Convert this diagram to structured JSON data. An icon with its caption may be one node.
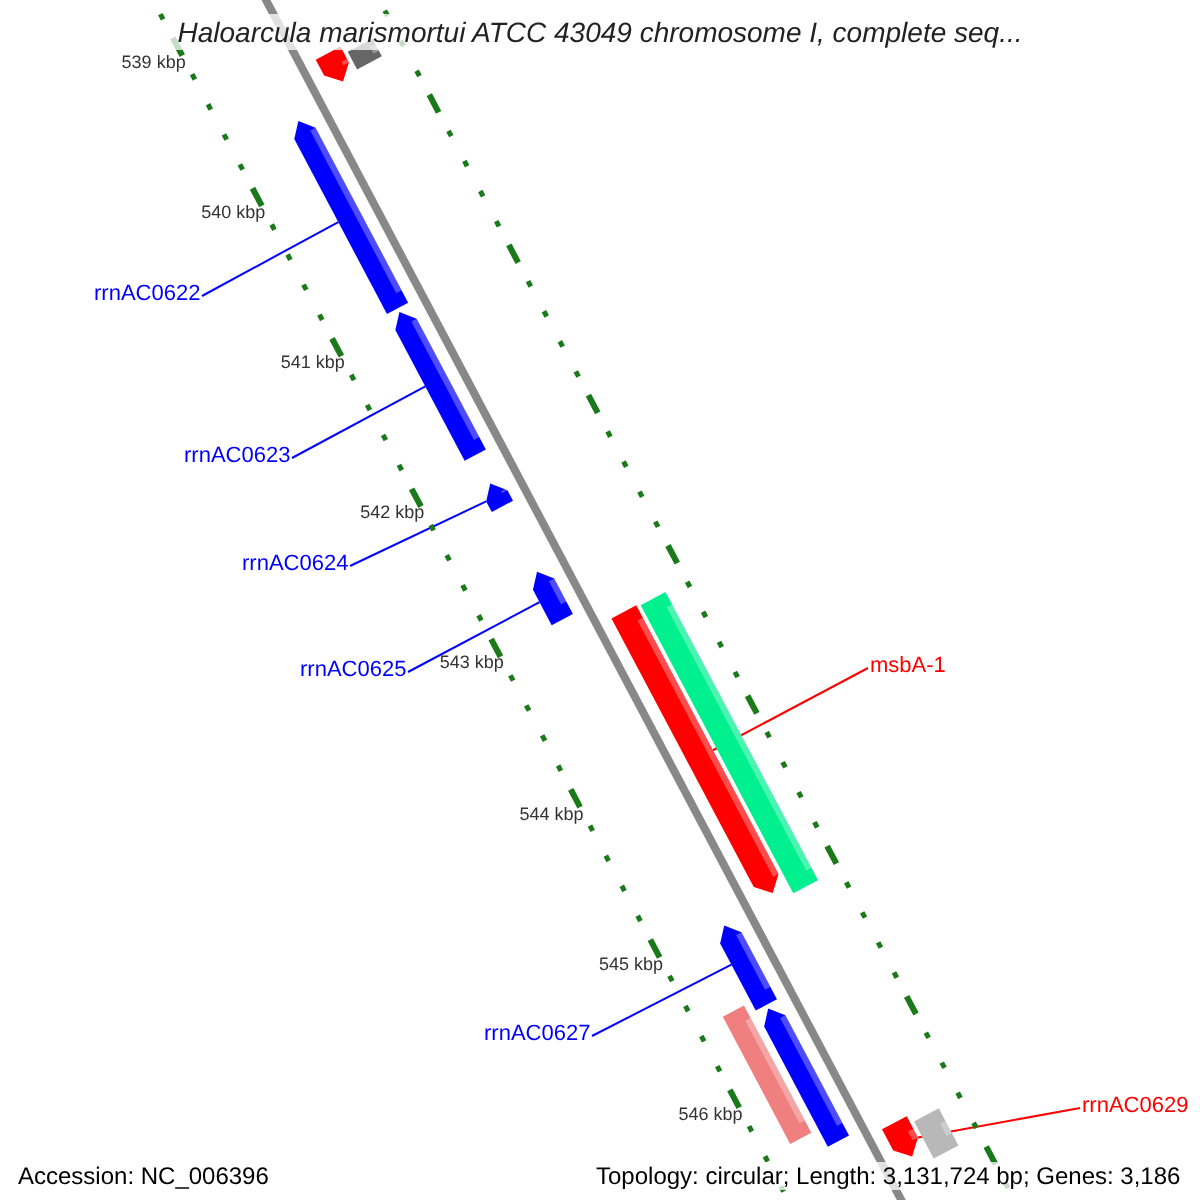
{
  "diagram": {
    "title": "Haloarcula marismortui ATCC 43049 chromosome I, complete seq...",
    "nodes": [
      {
        "text": [
          "rrnAC0622"
        ]
      },
      {
        "text": [
          "rrnAC0623"
        ]
      },
      {
        "text": [
          "rrnAC0624"
        ]
      },
      {
        "text": [
          "rrnAC0625"
        ]
      },
      {
        "text": [
          "msbA-1"
        ]
      },
      {
        "text": [
          "rrnAC0627"
        ]
      },
      {
        "text": [
          "rrnAC0629"
        ]
      },
      {
        "text": [],
        "shape": "bar"
      },
      {
        "text": [],
        "shape": "bar"
      },
      {
        "text": [],
        "shape": "bar"
      },
      {
        "text": [],
        "shape": "bar"
      },
      {
        "text": [],
        "shape": "bar"
      },
      {
        "text": [],
        "shape": "bar"
      },
      {
        "text": [],
        "shape": "bar"
      },
      {
        "text": [],
        "shape": "bar"
      },
      {
        "text": [],
        "shape": "bar"
      },
      {
        "text": [],
        "shape": "bar"
      },
      {
        "text": [],
        "shape": "bar"
      },
      {
        "text": [],
        "shape": "bar"
      },
      {
        "text": [],
        "shape": "bar"
      }
    ],
    "edges": [
      {
        "from": 0,
        "to": 9,
        "arrow": "none"
      },
      {
        "from": 1,
        "to": 10,
        "arrow": "none"
      },
      {
        "from": 2,
        "to": 11,
        "arrow": "none"
      },
      {
        "from": 3,
        "to": 12,
        "arrow": "none"
      },
      {
        "from": 4,
        "to": 13,
        "arrow": "none",
        "color": "#ff0000"
      },
      {
        "from": 5,
        "to": 15,
        "arrow": "none"
      },
      {
        "from": 6,
        "to": 18,
        "arrow": "none",
        "color": "#ff0000"
      }
    ],
    "labels": [
      "539 kbp",
      "540 kbp",
      "541 kbp",
      "542 kbp",
      "543 kbp",
      "544 kbp",
      "545 kbp",
      "546 kbp",
      "Accession: NC_006396",
      "Topology: circular; Length: 3,131,724 bp; Genes: 3,186"
    ]
  }
}
